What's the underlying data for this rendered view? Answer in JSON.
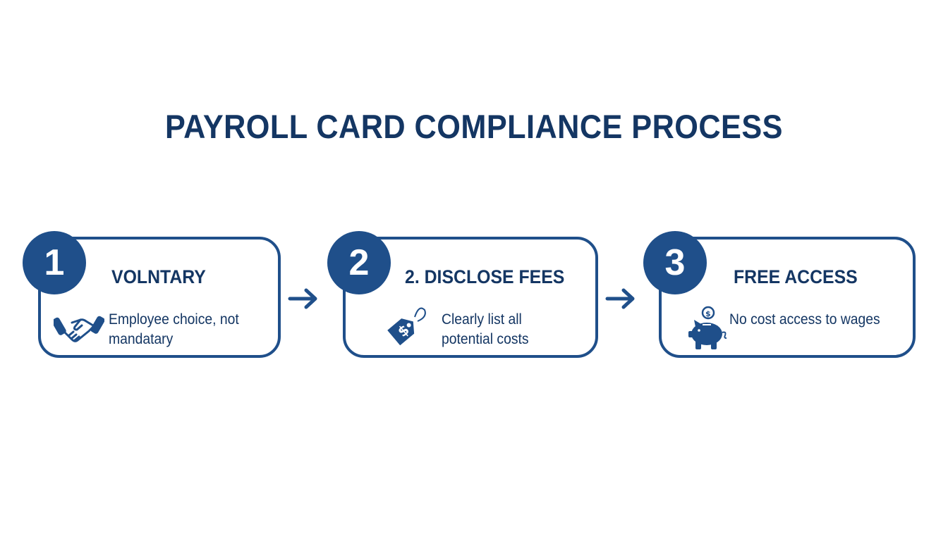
{
  "title": "PAYROLL CARD COMPLIANCE PROCESS",
  "colors": {
    "primary": "#1f4f8a",
    "text": "#143663",
    "background": "#ffffff"
  },
  "steps": [
    {
      "number": "1",
      "title": "VOLNTARY",
      "description_line1": "Employee choice, not",
      "description_line2": "mandatary",
      "icon": "handshake-icon"
    },
    {
      "number": "2",
      "title": "2. DISCLOSE FEES",
      "description_line1": "Clearly list all",
      "description_line2": "potential costs",
      "icon": "price-tag-icon"
    },
    {
      "number": "3",
      "title": "FREE ACCESS",
      "description_line1": "No cost access to wages",
      "description_line2": "",
      "icon": "piggy-bank-icon"
    }
  ],
  "connectors": [
    "arrow-right",
    "arrow-right"
  ]
}
